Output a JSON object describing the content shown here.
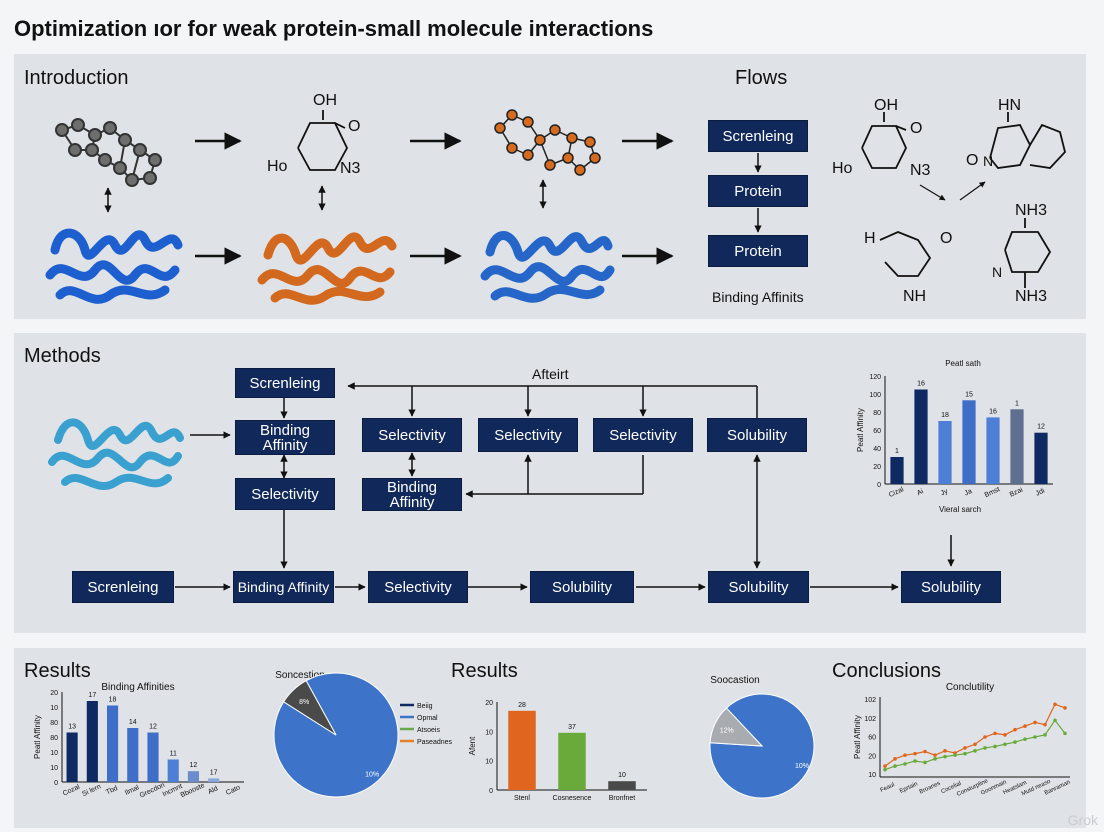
{
  "title": "Optimization ıor for weak protein-small molecule interactions",
  "sections": {
    "introduction": "Introduction",
    "flows": "Flows",
    "methods": "Methods",
    "results1": "Results",
    "results2": "Results",
    "conclusions": "Conclusions"
  },
  "intro": {
    "molecule1": {
      "oh": "OH",
      "ho": "Ho",
      "n3": "N3"
    },
    "flow_boxes": [
      "Screnleing",
      "Protein",
      "Protein"
    ],
    "flow_caption": "Binding Affinits",
    "right_molecules": {
      "oh": "OH",
      "hn": "HN",
      "ho": "Ho",
      "n3": "N3",
      "nh3": "NH3",
      "nh3b": "NH3",
      "nhi": "NH",
      "o1": "O",
      "o2": "O",
      "o3": "O",
      "o4": "O",
      "h": "H",
      "n": "N",
      "n2": "N"
    }
  },
  "methods": {
    "left_boxes": [
      "Screnleing",
      "Binding Affinity",
      "Selectivity"
    ],
    "mid_boxes": [
      "Selectivity",
      "Selectivity",
      "Selectivity",
      "Solubility"
    ],
    "mid_lower": "Binding Affinity",
    "afteirt": "Afteirt",
    "bottom_boxes": [
      "Screnleing",
      "Binding Affinity",
      "Selectivity",
      "Solubility",
      "Solubility",
      "Solubility"
    ]
  },
  "charts": {
    "methods_bar": {
      "title": "Peatl sath",
      "ylabel": "Peatl Affinity",
      "xlabel": "Vieral sarch",
      "yticks": [
        "120",
        "100",
        "80",
        "60",
        "40",
        "20",
        "0"
      ],
      "cats": [
        "Cizal",
        "Ai",
        "Jy",
        "Ja",
        "Bmst",
        "Bzai",
        "Jdi"
      ],
      "values": [
        30,
        105,
        70,
        93,
        74,
        83,
        57
      ],
      "labels": [
        "1",
        "16",
        "18",
        "15",
        "16",
        "1",
        "12"
      ],
      "colors": [
        "#0f2a63",
        "#0f2a63",
        "#4e7fd6",
        "#3e6ec8",
        "#4e7fd6",
        "#5f6f8f",
        "#0f2a63"
      ]
    },
    "binding_bar": {
      "title": "Binding Affinities",
      "ylabel": "Peatl Affinity",
      "yticks": [
        "20",
        "10",
        "80",
        "80",
        "10",
        "10",
        "0"
      ],
      "cats": [
        "Cozal",
        "Si lern",
        "Tbd",
        "Ilmal",
        "Grecdon",
        "Incmnt",
        "Bbooste",
        "Ald",
        "Cato"
      ],
      "values": [
        55,
        90,
        85,
        60,
        55,
        25,
        12,
        4,
        0
      ],
      "labels": [
        "13",
        "17",
        "18",
        "14",
        "12",
        "11",
        "12",
        "17",
        ""
      ],
      "colors": [
        "#0f2a63",
        "#0f2a63",
        "#3e6ec8",
        "#3e6ec8",
        "#3e6ec8",
        "#4e7fd6",
        "#6a8ccc",
        "#8aa7dd",
        "#8aa7dd"
      ]
    },
    "pie1": {
      "title": "Soncestion",
      "values": [
        92,
        8
      ],
      "labels": [
        "10%",
        "8%"
      ],
      "colors": [
        "#3d74c9",
        "#4a4a4a"
      ],
      "legend": [
        {
          "name": "Beiig",
          "color": "#0f2a63"
        },
        {
          "name": "Opmal",
          "color": "#3d74c9"
        },
        {
          "name": "Atsoeis",
          "color": "#6aa84f"
        },
        {
          "name": "Paseadnes",
          "color": "#e6812b"
        }
      ]
    },
    "results_bar": {
      "ylabel": "Afent",
      "yticks": [
        "20",
        "10",
        "10",
        "0"
      ],
      "cats": [
        "Stenl",
        "Cosnesence",
        "Bronfnet"
      ],
      "values": [
        18,
        13,
        2
      ],
      "labels": [
        "28",
        "37",
        "10"
      ],
      "colors": [
        "#e0661f",
        "#6aaa3a",
        "#4a4a4a"
      ]
    },
    "pie2": {
      "title": "Soocastion",
      "values": [
        88,
        12
      ],
      "labels": [
        "10%",
        "12%"
      ],
      "colors": [
        "#3d74c9",
        "#a8abb0"
      ]
    },
    "line": {
      "title": "Conclutility",
      "ylabel": "Peatl Affinity",
      "yticks": [
        "102",
        "102",
        "60",
        "20",
        "10"
      ],
      "x": [
        0,
        1,
        2,
        3,
        4,
        5,
        6,
        7,
        8,
        9,
        10,
        11,
        12,
        13,
        14,
        15,
        16,
        17,
        18
      ],
      "series": [
        {
          "color": "#e0661f",
          "values": [
            15,
            25,
            30,
            32,
            35,
            30,
            36,
            33,
            40,
            45,
            55,
            60,
            58,
            65,
            70,
            75,
            72,
            100,
            95
          ]
        },
        {
          "color": "#6aaa3a",
          "values": [
            10,
            15,
            18,
            22,
            20,
            25,
            28,
            30,
            32,
            36,
            40,
            42,
            45,
            48,
            52,
            55,
            58,
            78,
            60
          ]
        }
      ],
      "cats": [
        "Feaul",
        "Eprtain",
        "Broanes",
        "Cocelial",
        "Consturpline",
        "Goonmain",
        "Heatslam",
        "Mutd neaso",
        "Banraman"
      ]
    }
  },
  "watermark": "Grok"
}
